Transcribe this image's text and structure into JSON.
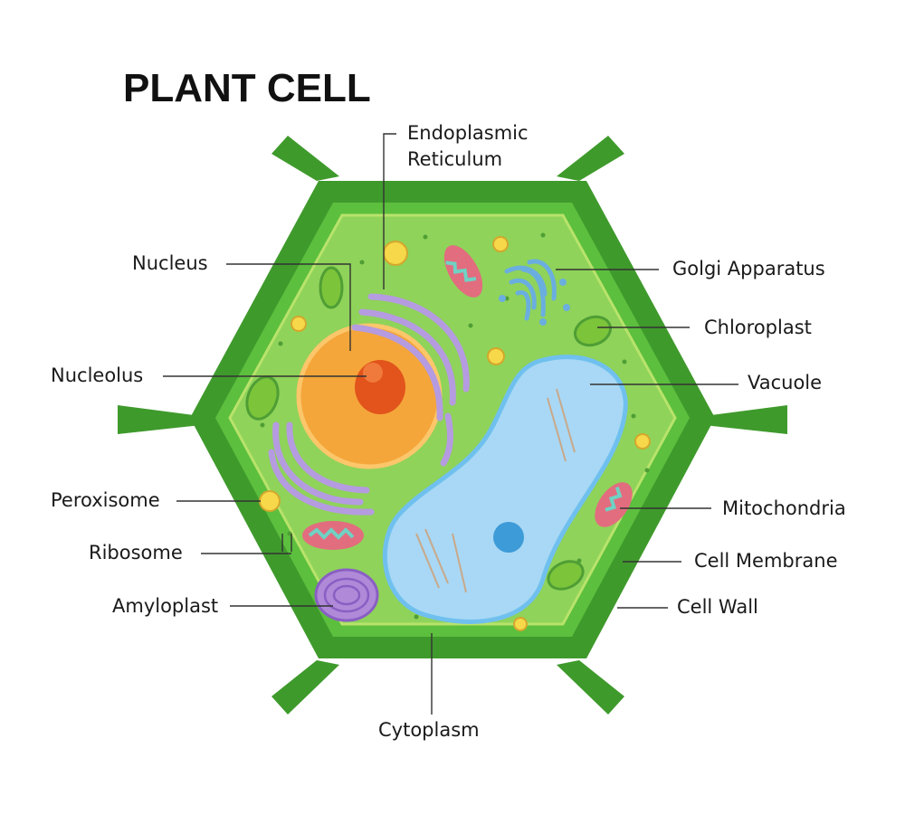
{
  "title": "PLANT CELL",
  "labels": {
    "endoplasmic_reticulum_line1": "Endoplasmic",
    "endoplasmic_reticulum_line2": "Reticulum",
    "nucleus": "Nucleus",
    "golgi_apparatus": "Golgi Apparatus",
    "chloroplast": "Chloroplast",
    "nucleolus": "Nucleolus",
    "vacuole": "Vacuole",
    "peroxisome": "Peroxisome",
    "mitochondria": "Mitochondria",
    "ribosome": "Ribosome",
    "cell_membrane": "Cell Membrane",
    "amyloplast": "Amyloplast",
    "cell_wall": "Cell Wall",
    "cytoplasm": "Cytoplasm"
  },
  "colors": {
    "cell_wall": "#3f9a2c",
    "cell_wall_light": "#5cbf3e",
    "cytoplasm": "#8fd35a",
    "nucleus": "#f4a63a",
    "nucleolus": "#e2541b",
    "vacuole": "#a8d8f5",
    "endoplasmic_reticulum": "#b59be0",
    "golgi": "#6aaee0",
    "mitochondria": "#e26d7e",
    "chloroplast": "#7cc43a",
    "peroxisome": "#f6d84a",
    "amyloplast": "#b08ad8"
  }
}
